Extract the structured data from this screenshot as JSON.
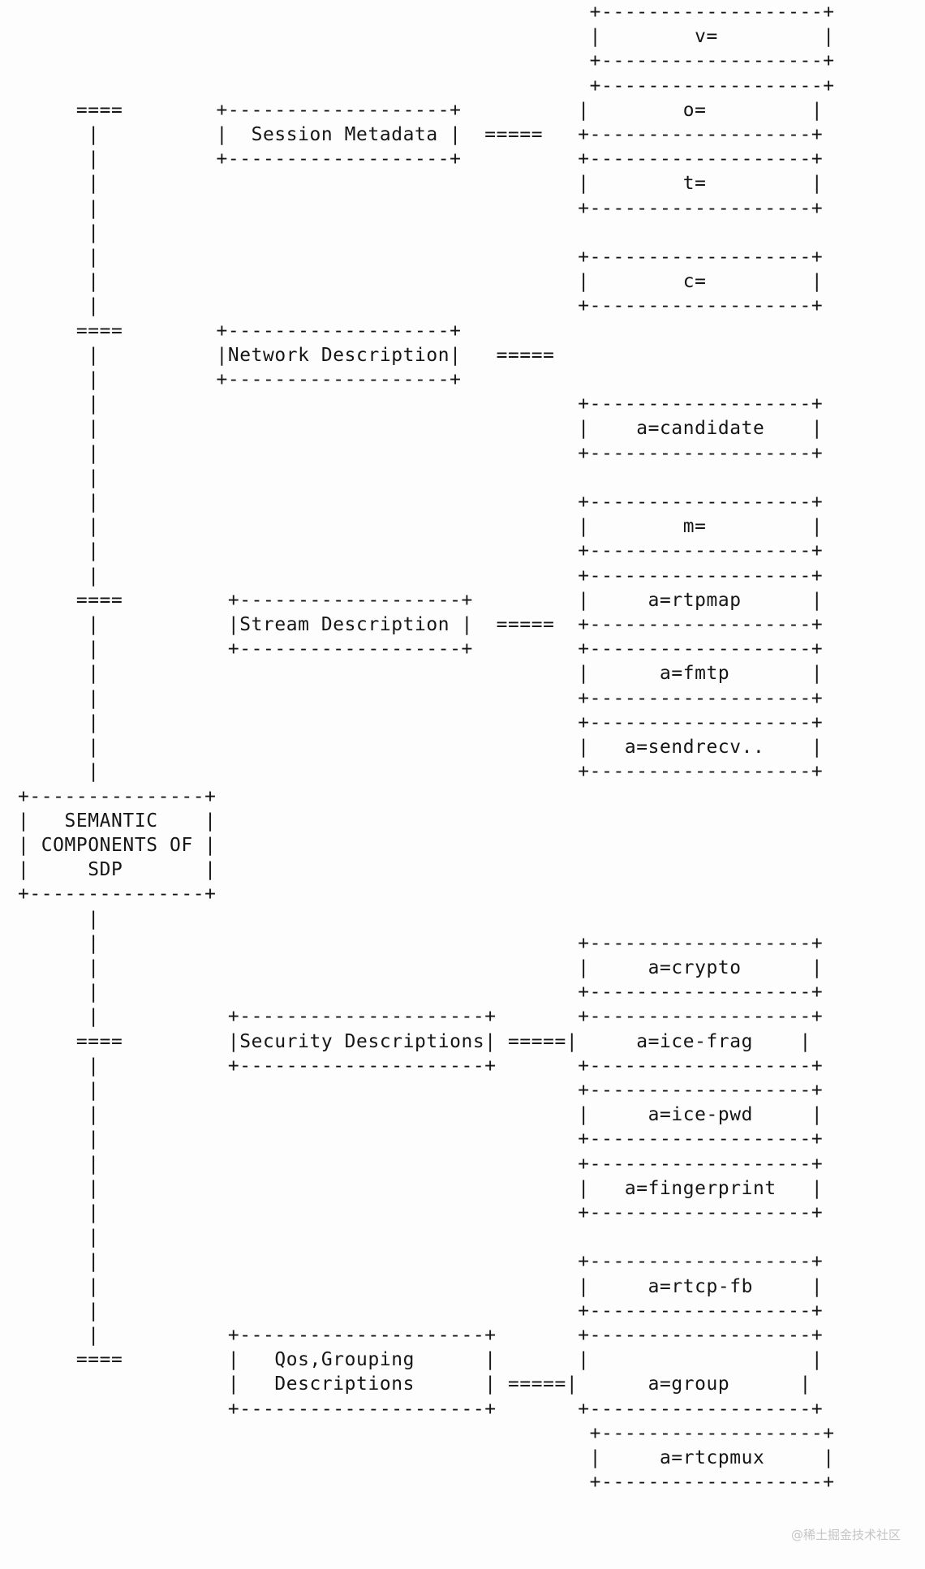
{
  "diagram": {
    "lines": [
      "                                                 +-------------------+",
      "                                                 |        v=         |",
      "                                                 +-------------------+",
      "                                                 +-------------------+",
      "     ====        +-------------------+          |        o=         |",
      "      |          |  Session Metadata |  =====   +-------------------+",
      "      |          +-------------------+          +-------------------+",
      "      |                                         |        t=         |",
      "      |                                         +-------------------+",
      "      |",
      "      |                                         +-------------------+",
      "      |                                         |        c=         |",
      "      |                                         +-------------------+",
      "     ====        +-------------------+",
      "      |          |Network Description|   =====",
      "      |          +-------------------+",
      "      |                                         +-------------------+",
      "      |                                         |    a=candidate    |",
      "      |                                         +-------------------+",
      "      |",
      "      |                                         +-------------------+",
      "      |                                         |        m=         |",
      "      |                                         +-------------------+",
      "      |                                         +-------------------+",
      "     ====         +-------------------+         |     a=rtpmap      |",
      "      |           |Stream Description |  =====  +-------------------+",
      "      |           +-------------------+         +-------------------+",
      "      |                                         |      a=fmtp       |",
      "      |                                         +-------------------+",
      "      |                                         +-------------------+",
      "      |                                         |   a=sendrecv..    |",
      "      |                                         +-------------------+",
      "+---------------+",
      "|   SEMANTIC    |",
      "| COMPONENTS OF |",
      "|     SDP       |",
      "+---------------+",
      "      |",
      "      |                                         +-------------------+",
      "      |                                         |     a=crypto      |",
      "      |                                         +-------------------+",
      "      |           +---------------------+       +-------------------+",
      "     ====         |Security Descriptions| =====|     a=ice-frag    |",
      "      |           +---------------------+       +-------------------+",
      "      |                                         +-------------------+",
      "      |                                         |     a=ice-pwd     |",
      "      |                                         +-------------------+",
      "      |                                         +-------------------+",
      "      |                                         |   a=fingerprint   |",
      "      |                                         +-------------------+",
      "      |",
      "      |                                         +-------------------+",
      "      |                                         |     a=rtcp-fb     |",
      "      |                                         +-------------------+",
      "      |           +---------------------+       +-------------------+",
      "     ====         |   Qos,Grouping      |       |                   |",
      "                  |   Descriptions      | =====|      a=group      |",
      "                  +---------------------+       +-------------------+",
      "                                                 +-------------------+",
      "                                                 |     a=rtcpmux     |",
      "                                                 +-------------------+"
    ]
  },
  "watermark": "@稀土掘金技术社区"
}
